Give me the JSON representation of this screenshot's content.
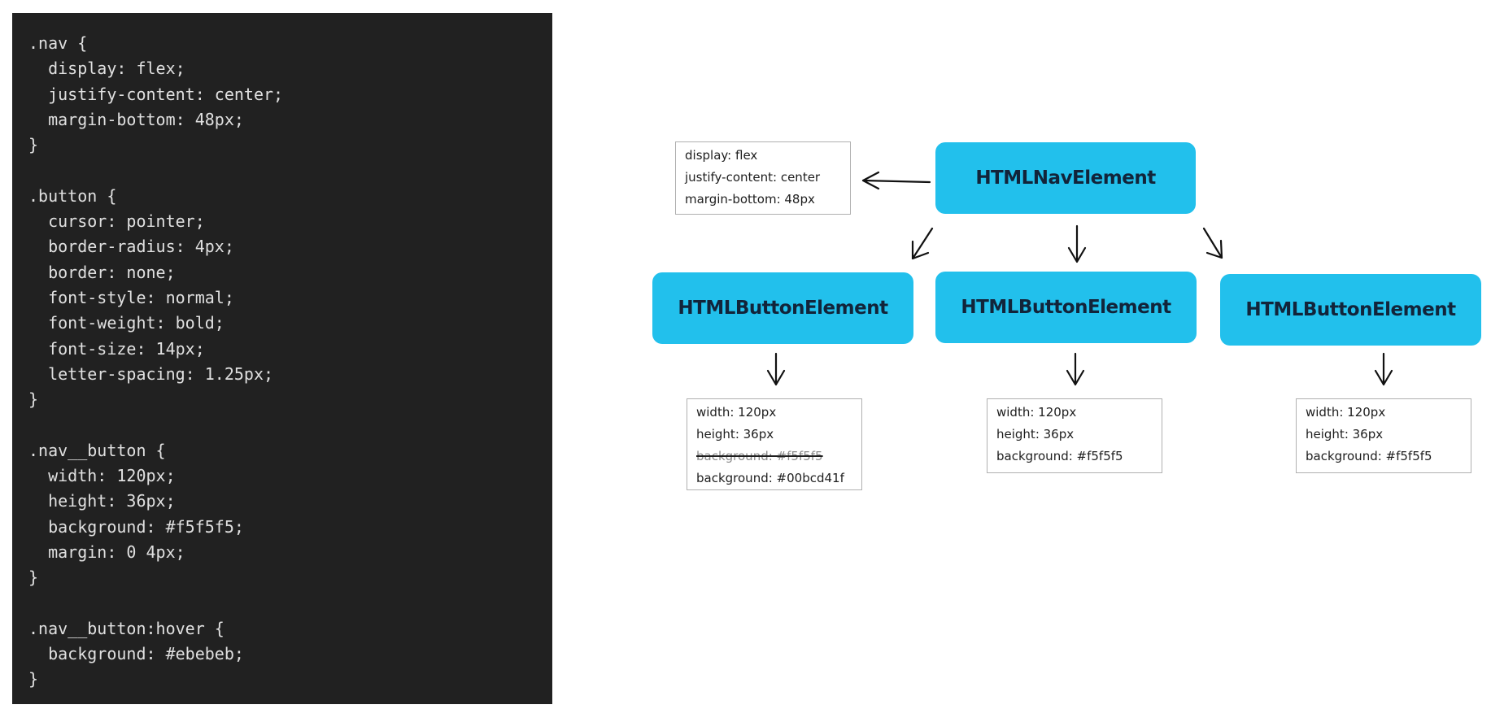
{
  "code_lines": [
    ".nav {",
    "  display: flex;",
    "  justify-content: center;",
    "  margin-bottom: 48px;",
    "}",
    "",
    ".button {",
    "  cursor: pointer;",
    "  border-radius: 4px;",
    "  border: none;",
    "  font-style: normal;",
    "  font-weight: bold;",
    "  font-size: 14px;",
    "  letter-spacing: 1.25px;",
    "}",
    "",
    ".nav__button {",
    "  width: 120px;",
    "  height: 36px;",
    "  background: #f5f5f5;",
    "  margin: 0 4px;",
    "}",
    "",
    ".nav__button:hover {",
    "  background: #ebebeb;",
    "}"
  ],
  "diagram": {
    "node_color": "#22c0ec",
    "nav": {
      "label": "HTMLNavElement",
      "props": [
        "display: flex",
        "justify-content: center",
        "margin-bottom: 48px"
      ]
    },
    "buttons": [
      {
        "label": "HTMLButtonElement",
        "props": [
          "width: 120px",
          "height: 36px",
          "background: #f5f5f5",
          "background: #00bcd41f"
        ],
        "struck_prop": "background: #f5f5f5"
      },
      {
        "label": "HTMLButtonElement",
        "props": [
          "width: 120px",
          "height: 36px",
          "background: #f5f5f5"
        ]
      },
      {
        "label": "HTMLButtonElement",
        "props": [
          "width: 120px",
          "height: 36px",
          "background: #f5f5f5"
        ]
      }
    ]
  }
}
